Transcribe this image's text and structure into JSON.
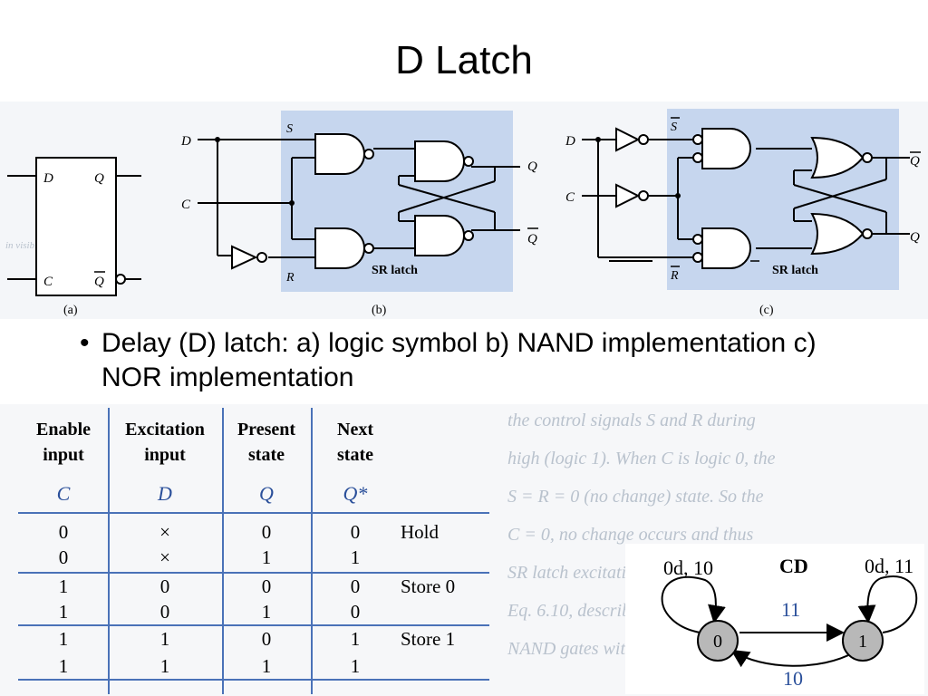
{
  "title": "D Latch",
  "figure": {
    "a": {
      "label": "(a)",
      "pins": {
        "d": "D",
        "c": "C",
        "q": "Q",
        "qbar": "Q"
      }
    },
    "b": {
      "label": "(b)",
      "inputs": {
        "d": "D",
        "c": "C"
      },
      "nodes": {
        "s": "S",
        "r": "R"
      },
      "outputs": {
        "q": "Q",
        "qbar": "Q"
      },
      "block_label": "SR latch"
    },
    "c": {
      "label": "(c)",
      "inputs": {
        "d": "D",
        "c": "C"
      },
      "nodes": {
        "s": "S",
        "r": "R"
      },
      "outputs": {
        "q": "Q",
        "qbar": "Q"
      },
      "block_label": "SR latch"
    }
  },
  "caption": {
    "bullet": "•",
    "text": "Delay (D) latch: a) logic symbol   b) NAND implementation c) NOR implementation"
  },
  "table": {
    "headers": [
      {
        "line1": "Enable",
        "line2": "input",
        "symbol": "C"
      },
      {
        "line1": "Excitation",
        "line2": "input",
        "symbol": "D"
      },
      {
        "line1": "Present",
        "line2": "state",
        "symbol": "Q"
      },
      {
        "line1": "Next",
        "line2": "state",
        "symbol": "Q*"
      }
    ],
    "rows": [
      {
        "c": "0",
        "d": "×",
        "q": "0",
        "qn": "0",
        "note": "Hold"
      },
      {
        "c": "0",
        "d": "×",
        "q": "1",
        "qn": "1",
        "note": ""
      },
      {
        "c": "1",
        "d": "0",
        "q": "0",
        "qn": "0",
        "note": "Store 0"
      },
      {
        "c": "1",
        "d": "0",
        "q": "1",
        "qn": "0",
        "note": ""
      },
      {
        "c": "1",
        "d": "1",
        "q": "0",
        "qn": "1",
        "note": "Store 1"
      },
      {
        "c": "1",
        "d": "1",
        "q": "1",
        "qn": "1",
        "note": ""
      }
    ]
  },
  "state_diagram": {
    "header": "CD",
    "states": [
      "0",
      "1"
    ],
    "edges": {
      "loop0": "0d, 10",
      "loop1": "0d, 11",
      "to1": "11",
      "to0": "10"
    }
  },
  "colors": {
    "panel": "#c6d6ee",
    "rule": "#4a72b8",
    "node": "#b8b8b8"
  }
}
